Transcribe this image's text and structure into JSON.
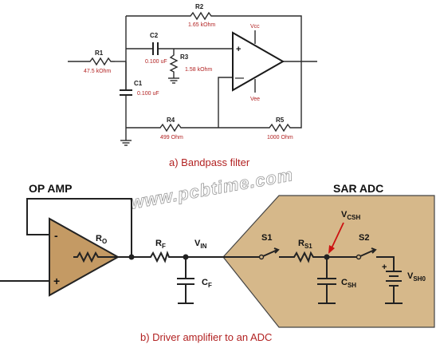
{
  "bandpass": {
    "r1": {
      "label": "R1",
      "value": "47.5 kOhm"
    },
    "r2": {
      "label": "R2",
      "value": "1.65 kOhm"
    },
    "r3": {
      "label": "R3",
      "value": "1.58 kOhm"
    },
    "r4": {
      "label": "R4",
      "value": "499 Ohm"
    },
    "r5": {
      "label": "R5",
      "value": "1000 Ohm"
    },
    "c1": {
      "label": "C1",
      "value": "0.100 uF"
    },
    "c2": {
      "label": "C2",
      "value": "0.100 uF"
    },
    "vcc": "Vcc",
    "vee": "Vee",
    "plus": "+",
    "minus": "—",
    "caption": "a) Bandpass filter"
  },
  "watermark": "www.pcbtime.com",
  "driver": {
    "opamp_title": "OP AMP",
    "adc_title": "SAR ADC",
    "minus": "-",
    "plus": "+",
    "ro": {
      "main": "R",
      "sub": "O"
    },
    "rf": {
      "main": "R",
      "sub": "F"
    },
    "cf": {
      "main": "C",
      "sub": "F"
    },
    "vin": {
      "main": "V",
      "sub": "IN"
    },
    "s1": "S1",
    "s2": "S2",
    "rs1": {
      "main": "R",
      "sub": "S1"
    },
    "csh": {
      "main": "C",
      "sub": "SH"
    },
    "vcsh": {
      "main": "V",
      "sub": "CSH"
    },
    "vsh0": {
      "main": "V",
      "sub": "SH0"
    },
    "battery_plus": "+",
    "caption": "b) Driver amplifier to an ADC"
  },
  "colors": {
    "opamp_fill": "#c49a64",
    "adc_fill": "#d6b88a",
    "accent_red": "#b22222"
  }
}
